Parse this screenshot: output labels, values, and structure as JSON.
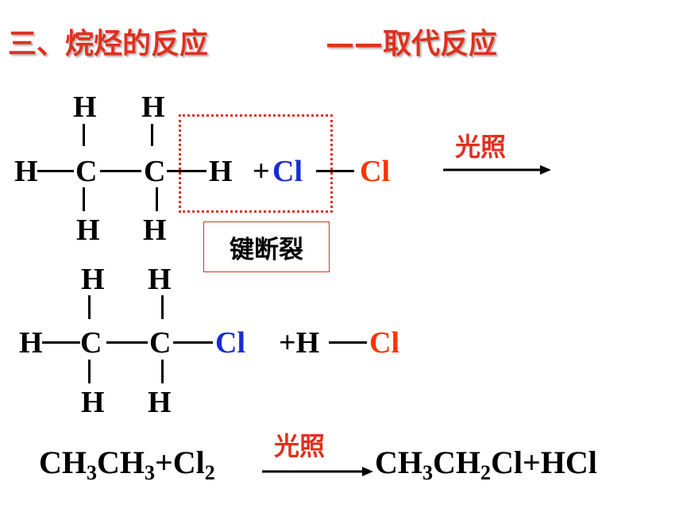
{
  "title": {
    "main": "三、烷烃的反应",
    "sub": "——取代反应"
  },
  "reaction1": {
    "carbon": "C",
    "hydrogen": "H",
    "plus_cl": "+Cl",
    "cl_red": "Cl",
    "condition": "光照",
    "bond_break_label": "键断裂"
  },
  "reaction2": {
    "carbon": "C",
    "hydrogen": "H",
    "cl_blue": "Cl",
    "plus_h": "+H",
    "cl_red": "Cl"
  },
  "equation": {
    "condition": "光照",
    "left": {
      "a": "CH",
      "n1": "3",
      "b": "CH",
      "n2": "3",
      "c": "+Cl",
      "n3": "2"
    },
    "right": {
      "a": "CH",
      "n1": "3",
      "b": "CH",
      "n2": "2",
      "c": "Cl+HCl"
    }
  },
  "colors": {
    "accent_red": "#e0301e",
    "chlorine_red": "#ff3300",
    "chlorine_blue": "#1a2bd6"
  }
}
